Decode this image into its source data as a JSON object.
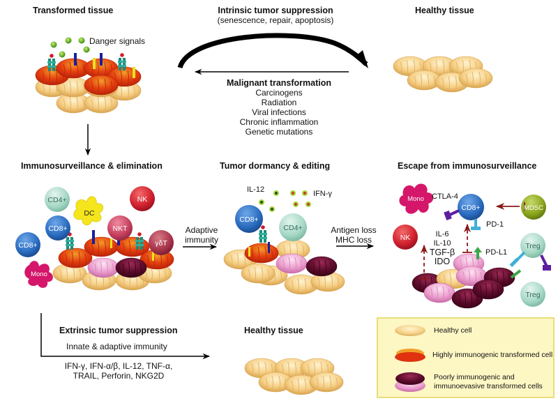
{
  "headings": {
    "transformed_tissue": "Transformed tissue",
    "intrinsic_title": "Intrinsic tumor suppression",
    "intrinsic_sub": "(senescence, repair, apoptosis)",
    "healthy_tissue_top": "Healthy tissue",
    "immunosurveillance": "Immunosurveillance & elimination",
    "dormancy": "Tumor dormancy & editing",
    "escape": "Escape from immunosurveillance",
    "extrinsic": "Extrinsic tumor suppression",
    "healthy_tissue_bottom": "Healthy tissue"
  },
  "danger_signals": "Danger signals",
  "malignant": {
    "title": "Malignant transformation",
    "causes": [
      "Carcinogens",
      "Radiation",
      "Viral infections",
      "Chronic inflammation",
      "Genetic mutations"
    ]
  },
  "elimination_cells": {
    "cd4": "CD4+",
    "cd8a": "CD8+",
    "cd8b": "CD8+",
    "dc": "DC",
    "nk": "NK",
    "nkt": "NKT",
    "gdt": "γδT",
    "mono": "Mono"
  },
  "adaptive_arrow": {
    "line1": "Adaptive",
    "line2": "immunity"
  },
  "dormancy_labels": {
    "il12": "IL-12",
    "ifng": "IFN-γ",
    "cd8": "CD8+",
    "cd4": "CD4+"
  },
  "antigen_arrow": {
    "line1": "Antigen loss",
    "line2": "MHC loss"
  },
  "escape_labels": {
    "mono": "Mono",
    "ctla4": "CTLA-4",
    "cd8": "CD8+",
    "mdsc": "MDSC",
    "pd1": "PD-1",
    "nk": "NK",
    "cytokines": [
      "IL-6",
      "IL-10",
      "TGF-β",
      "IDO"
    ],
    "pdl1": "PD-L1",
    "treg1": "Treg",
    "treg2": "Treg"
  },
  "extrinsic": {
    "subtitle": "Innate & adaptive immunity",
    "mediators_line1": "IFN-γ, IFN-α/β, IL-12, TNF-α,",
    "mediators_line2": "TRAIL, Perforin, NKG2D"
  },
  "legend": {
    "healthy": "Healthy cell",
    "high": "Highly immunogenic transformed cell",
    "poor_line1": "Poorly immunogenic and",
    "poor_line2": "immunoevasive transformed cells"
  },
  "colors": {
    "healthy_cell": "#f3c97a",
    "immunogenic_cell": "#e0320f",
    "evasive_dark": "#5b0b2a",
    "evasive_pink": "#e58fc4",
    "cd8": "#2a6cc0",
    "cd4": "#a6d8c6",
    "nk": "#d0202e",
    "dc": "#f5e51c",
    "mono": "#d4176a",
    "mdsc": "#8aa51c",
    "treg": "#a6dcc8",
    "inhibit_arrow": "#8a1a1a",
    "legend_bg": "#fdf7c4"
  }
}
